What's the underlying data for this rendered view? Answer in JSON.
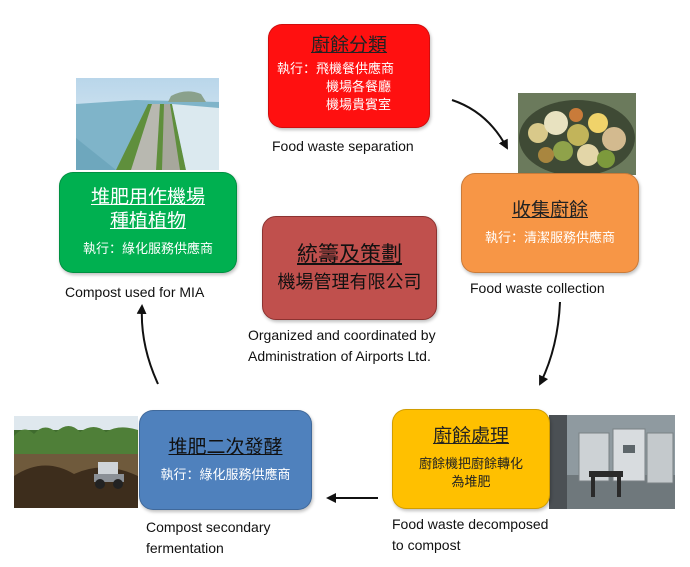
{
  "sorting": {
    "title": "廚餘分類",
    "exec_label": "執行：",
    "exec_lines": [
      "飛機餐供應商",
      "機場各餐廳",
      "機場貴賓室"
    ],
    "caption": "Food waste separation",
    "color": "#ff1010"
  },
  "collection": {
    "title": "收集廚餘",
    "exec": "執行：清潔服務供應商",
    "caption": "Food waste collection",
    "color": "#f79646"
  },
  "processing": {
    "title": "廚餘處理",
    "line1": "廚餘機把廚餘轉化",
    "line2": "為堆肥",
    "caption_lines": [
      "Food waste decomposed",
      "to compost"
    ],
    "color": "#ffc000"
  },
  "fermentation": {
    "title": "堆肥二次發酵",
    "exec": "執行：綠化服務供應商",
    "caption_lines": [
      "Compost secondary",
      "fermentation"
    ],
    "color": "#4f81bd"
  },
  "usage": {
    "title_lines": [
      "堆肥用作機場",
      "種植植物"
    ],
    "exec": "執行：綠化服務供應商",
    "caption": "Compost used for MIA",
    "color": "#00b050"
  },
  "center": {
    "title": "統籌及策劃",
    "subtitle": "機場管理有限公司",
    "caption_lines": [
      "Organized and coordinated by",
      "Administration of Airports Ltd."
    ],
    "color": "#c0504d"
  }
}
